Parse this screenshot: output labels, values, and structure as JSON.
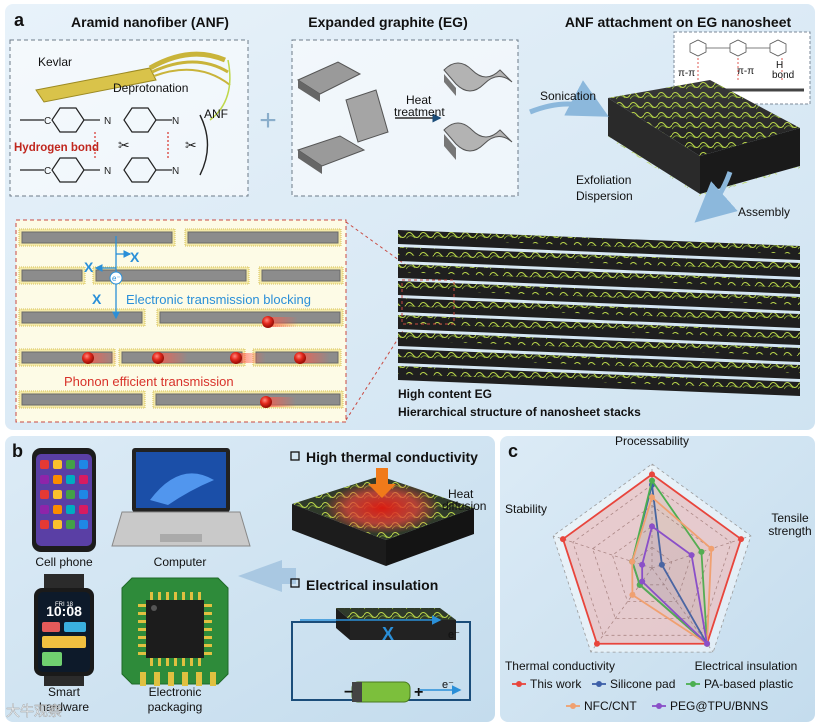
{
  "panel_a": {
    "label": "a",
    "anf_title": "Aramid nanofiber (ANF)",
    "eg_title": "Expanded graphite (EG)",
    "attach_title": "ANF attachment on EG nanosheet",
    "kevlar": "Kevlar",
    "deprotonation": "Deprotonation",
    "anf_label": "ANF",
    "hydrogen_bond": "Hydrogen bond",
    "heat_treatment_1": "Heat",
    "heat_treatment_2": "treatment",
    "sonication": "Sonication",
    "exfoliation": "Exfoliation",
    "dispersion": "Dispersion",
    "assembly": "Assembly",
    "pi_pi_1": "π-π",
    "pi_pi_2": "π-π",
    "h_bond_1": "H",
    "h_bond_2": "bond",
    "electronic_blocking": "Electronic transmission blocking",
    "phonon_transmission": "Phonon efficient transmission",
    "high_content": "High content EG",
    "hierarchical": "Hierarchical structure of nanosheet stacks",
    "electron_symbol": "e⁻",
    "block_mark": "X"
  },
  "panel_b": {
    "label": "b",
    "cell_phone": "Cell phone",
    "computer": "Computer",
    "smart_1": "Smart",
    "smart_2": "hardware",
    "packaging_1": "Electronic",
    "packaging_2": "packaging",
    "high_tc": "High thermal conductivity",
    "heat_1": "Heat",
    "heat_2": "diffusion",
    "insulation": "Electrical insulation",
    "watch_time": "10:08",
    "watch_date": "FRI 18",
    "minus": "−",
    "plus": "+"
  },
  "panel_c": {
    "label": "c",
    "axes": [
      "Processability",
      "Tensile strength",
      "Electrical insulation",
      "Thermal conductivity",
      "Stability"
    ],
    "axis_lines": [
      [
        "Processability"
      ],
      [
        "Tensile",
        "strength"
      ],
      [
        "Electrical insulation"
      ],
      [
        "Thermal conductivity"
      ],
      [
        "Stability"
      ]
    ]
  },
  "chart_data": {
    "type": "radar",
    "axes": [
      "Processability",
      "Tensile strength",
      "Electrical insulation",
      "Thermal conductivity",
      "Stability"
    ],
    "range": [
      0,
      5
    ],
    "grid_levels": 5,
    "series": [
      {
        "name": "This work",
        "color": "#e8453c",
        "values": [
          4.5,
          4.5,
          4.5,
          4.5,
          4.5
        ]
      },
      {
        "name": "Silicone pad",
        "color": "#3d5fa8",
        "values": [
          4.0,
          0.5,
          4.5,
          1.0,
          1.0
        ]
      },
      {
        "name": "PA-based plastic",
        "color": "#4caf50",
        "values": [
          4.2,
          2.5,
          4.5,
          1.0,
          1.0
        ]
      },
      {
        "name": "NFC/CNT",
        "color": "#f0a070",
        "values": [
          3.4,
          3.0,
          4.5,
          1.6,
          1.0
        ]
      },
      {
        "name": "PEG@TPU/BNNS",
        "color": "#8a4fc8",
        "values": [
          2.0,
          2.0,
          4.5,
          0.8,
          0.5
        ]
      }
    ]
  },
  "watermark": "大牛观察"
}
